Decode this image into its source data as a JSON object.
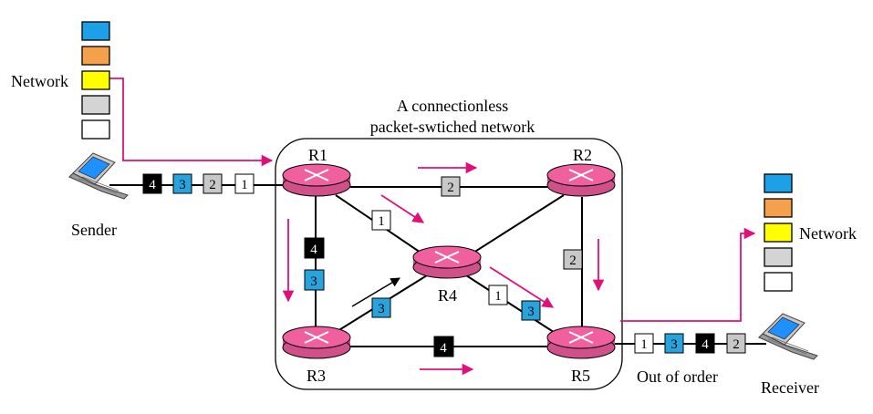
{
  "title_line1": "A connectionless",
  "title_line2": "packet-swtiched network",
  "sender_label": "Sender",
  "receiver_label": "Receiver",
  "network_left_label": "Network",
  "network_right_label": "Network",
  "out_of_order_label": "Out of order",
  "routers": {
    "r1": "R1",
    "r2": "R2",
    "r3": "R3",
    "r4": "R4",
    "r5": "R5"
  },
  "packets": {
    "p1": "1",
    "p2": "2",
    "p3": "3",
    "p4": "4"
  },
  "colors": {
    "router": "#f0609f",
    "arrow": "#e0107a",
    "packet1": "#ffffff",
    "packet2": "#c8c8c8",
    "packet3": "#29a3dc",
    "packet4": "#000000",
    "stack_blue": "#1ea0e8",
    "stack_orange": "#f5a04a",
    "stack_yellow": "#ffff00",
    "stack_gray": "#d4d4d4",
    "stack_white": "#ffffff"
  }
}
